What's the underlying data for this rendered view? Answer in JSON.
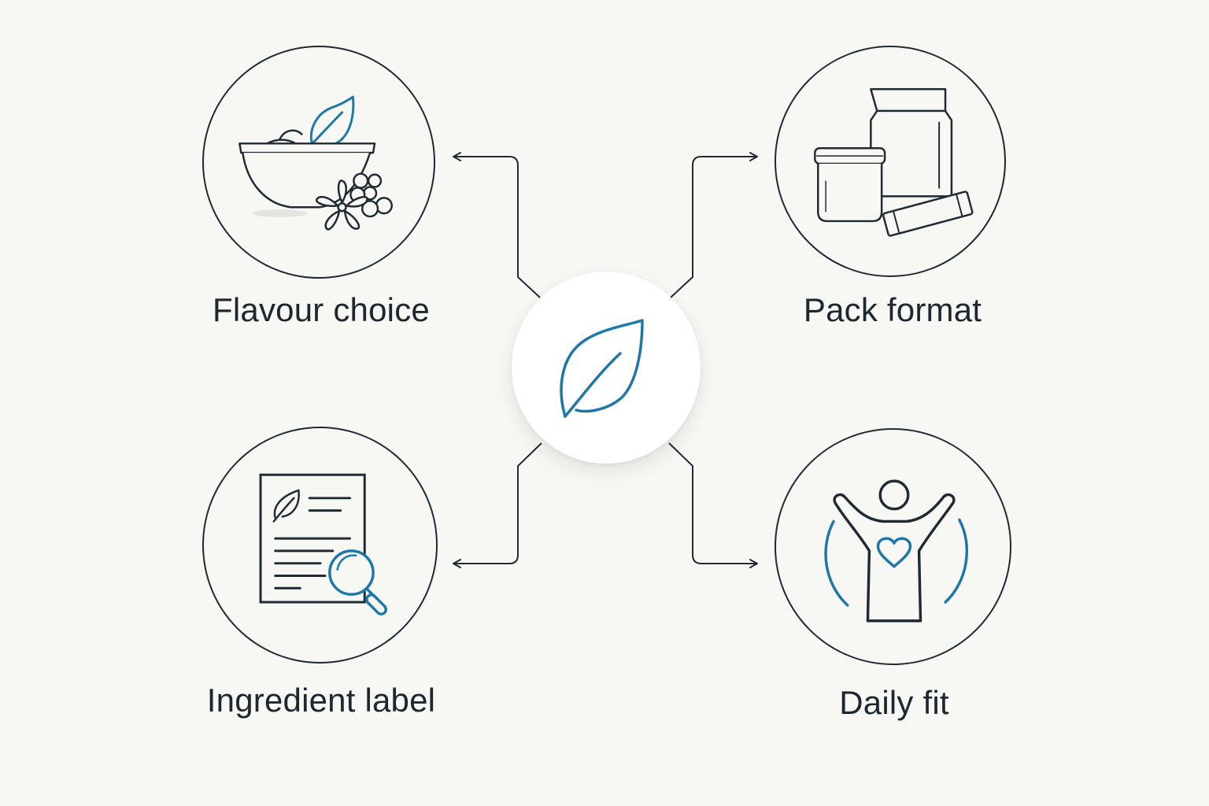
{
  "diagram": {
    "hub": {
      "icon": "leaf-icon"
    },
    "nodes": [
      {
        "id": "flavour",
        "label": "Flavour choice",
        "icon": "bowl-with-herbs-icon"
      },
      {
        "id": "pack",
        "label": "Pack format",
        "icon": "packaging-icon"
      },
      {
        "id": "ingredient",
        "label": "Ingredient label",
        "icon": "label-magnifier-icon"
      },
      {
        "id": "daily",
        "label": "Daily fit",
        "icon": "person-heart-icon"
      }
    ],
    "colors": {
      "background": "#f7f7f4",
      "line": "#1f2a33",
      "accent": "#1f77a8",
      "hub_fill": "#ffffff"
    }
  }
}
